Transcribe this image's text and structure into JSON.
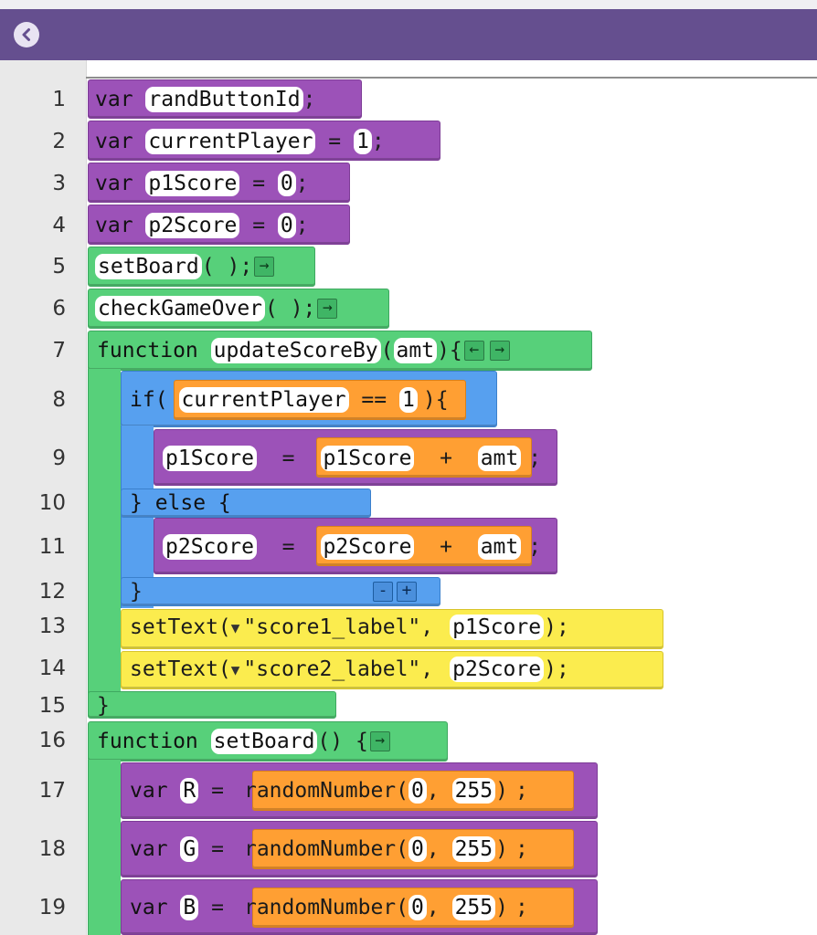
{
  "titlebar": {
    "back_icon": "chevron-left-circle-icon"
  },
  "colors": {
    "titlebar": "#654f8f",
    "var_block": "#9c52b8",
    "function_block": "#57d07a",
    "control_block": "#57a0ef",
    "ui_block": "#fbec4e",
    "math_block": "#ff9f33"
  },
  "gutter": {
    "lines": [
      "1",
      "2",
      "3",
      "4",
      "5",
      "6",
      "7",
      "8",
      "9",
      "10",
      "11",
      "12",
      "13",
      "14",
      "15",
      "16",
      "17",
      "18",
      "19"
    ]
  },
  "code": {
    "l1": {
      "kw": "var",
      "name": "randButtonId",
      "end": ";"
    },
    "l2": {
      "kw": "var",
      "name": "currentPlayer",
      "eq": "=",
      "val": "1",
      "end": ";"
    },
    "l3": {
      "kw": "var",
      "name": "p1Score",
      "eq": "=",
      "val": "0",
      "end": ";"
    },
    "l4": {
      "kw": "var",
      "name": "p2Score",
      "eq": "=",
      "val": "0",
      "end": ";"
    },
    "l5": {
      "name": "setBoard",
      "args": "( );",
      "arrow": "→"
    },
    "l6": {
      "name": "checkGameOver",
      "args": "( );",
      "arrow": "→"
    },
    "l7": {
      "kw": "function",
      "name": "updateScoreBy",
      "open": "(",
      "param": "amt",
      "close": "){",
      "arrow_left": "←",
      "arrow_right": "→"
    },
    "l8": {
      "kw": "if(",
      "lhs": "currentPlayer",
      "op": "==",
      "rhs": "1",
      "close": "){"
    },
    "l9": {
      "target": "p1Score",
      "eq": "=",
      "lhs": "p1Score",
      "op": "+",
      "rhs": "amt",
      "end": ";"
    },
    "l10": {
      "text": "} else {"
    },
    "l11": {
      "target": "p2Score",
      "eq": "=",
      "lhs": "p2Score",
      "op": "+",
      "rhs": "amt",
      "end": ";"
    },
    "l12": {
      "text": "}",
      "minus": "-",
      "plus": "+"
    },
    "l13": {
      "fn": "setText(",
      "str": "\"score1_label\"",
      "sep": ",",
      "arg": "p1Score",
      "end": ");"
    },
    "l14": {
      "fn": "setText(",
      "str": "\"score2_label\"",
      "sep": ",",
      "arg": "p2Score",
      "end": ");"
    },
    "l15": {
      "text": "}"
    },
    "l16": {
      "kw": "function",
      "name": "setBoard",
      "rest": "() {",
      "arrow": "→"
    },
    "l17": {
      "kw": "var",
      "name": "R",
      "eq": "=",
      "fn": "randomNumber(",
      "a": "0",
      "sep": ",",
      "b": "255",
      "close": ")",
      "end": ";"
    },
    "l18": {
      "kw": "var",
      "name": "G",
      "eq": "=",
      "fn": "randomNumber(",
      "a": "0",
      "sep": ",",
      "b": "255",
      "close": ")",
      "end": ";"
    },
    "l19": {
      "kw": "var",
      "name": "B",
      "eq": "=",
      "fn": "randomNumber(",
      "a": "0",
      "sep": ",",
      "b": "255",
      "close": ")",
      "end": ";"
    }
  }
}
